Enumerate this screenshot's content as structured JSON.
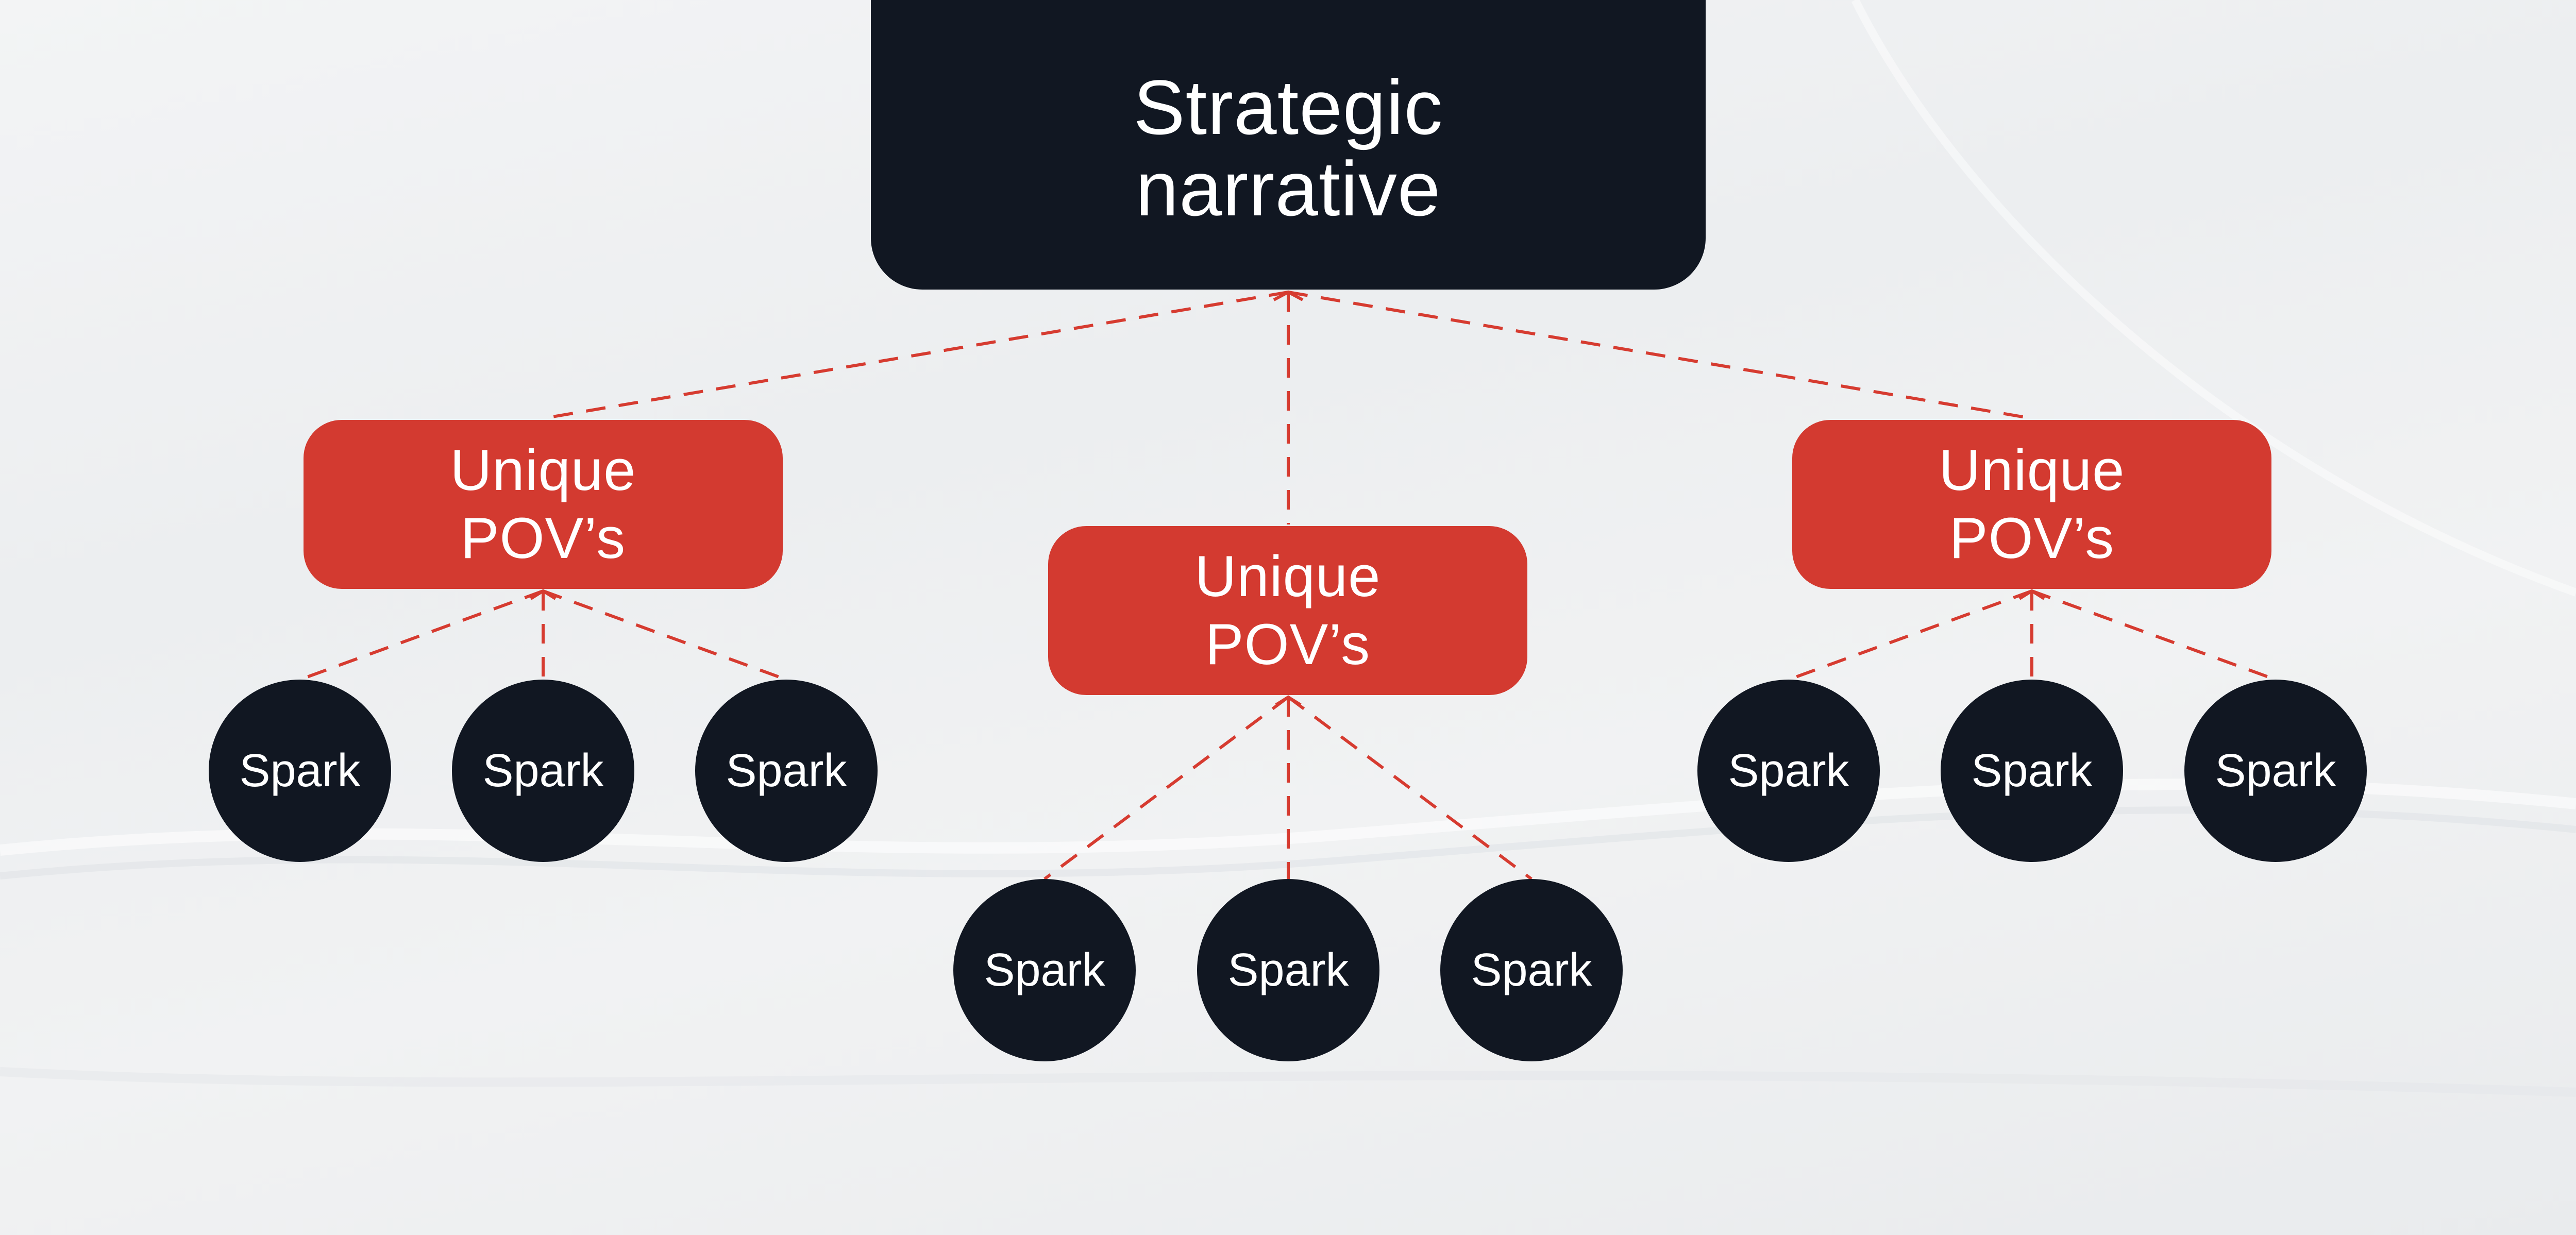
{
  "diagram": {
    "root": {
      "line1": "Strategic",
      "line2": "narrative"
    },
    "povs": [
      {
        "line1": "Unique",
        "line2": "POV’s"
      },
      {
        "line1": "Unique",
        "line2": "POV’s"
      },
      {
        "line1": "Unique",
        "line2": "POV’s"
      }
    ],
    "sparks": {
      "left": [
        "Spark",
        "Spark",
        "Spark"
      ],
      "middle": [
        "Spark",
        "Spark",
        "Spark"
      ],
      "right": [
        "Spark",
        "Spark",
        "Spark"
      ]
    }
  },
  "colors": {
    "dark": "#111722",
    "accent": "#d33a30",
    "text": "#ffffff",
    "background": "#eef0f2"
  }
}
